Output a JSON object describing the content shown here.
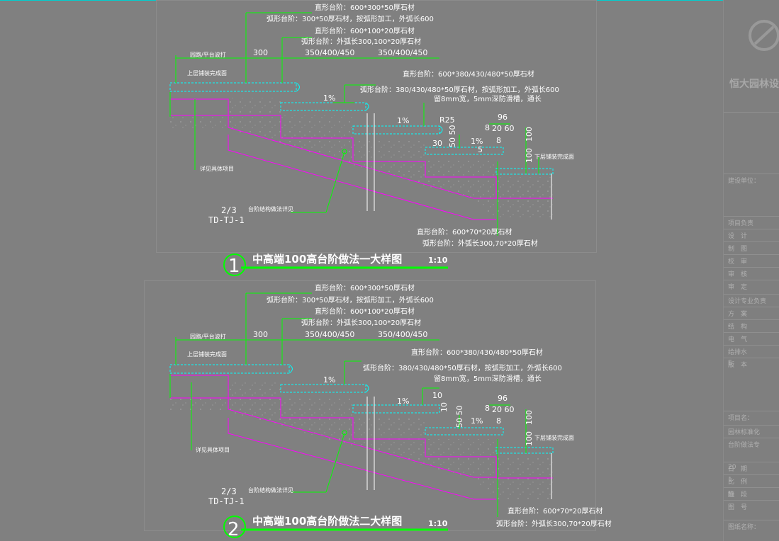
{
  "drawing_1": {
    "notes": {
      "rect_600x300x50": "直形台阶：600*300*50厚石材",
      "arc_300x50": "弧形台阶：300*50厚石材，按弧形加工，外弧长600",
      "rect_600x100x20": "直形台阶：600*100*20厚石材",
      "arc_outer_300_100": "弧形台阶：外弧长300,100*20厚石材",
      "road_platform": "园路/平台波打",
      "upper_paving": "上层铺装完成面",
      "rect_600x380": "直形台阶：600*380/430/480*50厚石材",
      "arc_380": "弧形台阶：380/430/480*50厚石材，按弧形加工，外弧长600",
      "groove": "留8mm宽，5mm深防滑槽，通长",
      "lower_paving": "下层铺装完成面",
      "see_project": "详见具体项目",
      "structure_see": "台阶结构做法详见",
      "rect_600x70": "直形台阶：600*70*20厚石材",
      "arc_outer_300_70": "弧形台阶：外弧长300,70*20厚石材"
    },
    "dims": {
      "d300": "300",
      "d350a": "350/400/450",
      "d350b": "350/400/450",
      "slope1": "1%",
      "slope2": "1%",
      "slope3": "1%",
      "r25": "R25",
      "d96": "96",
      "d8a": "8",
      "d2060": "20 60",
      "d100a": "100",
      "d5050": "50 50",
      "d8b": "8",
      "d30": "30",
      "d5": "5",
      "d100b": "100"
    },
    "ref_num": "2/3",
    "ref_code": "TD-TJ-1",
    "title_num": "1",
    "title": "中高端100高台阶做法一大样图",
    "scale": "1:10"
  },
  "drawing_2": {
    "notes": {
      "rect_600x300x50": "直形台阶：600*300*50厚石材",
      "arc_300x50": "弧形台阶：300*50厚石材，按弧形加工，外弧长600",
      "rect_600x100x20": "直形台阶：600*100*20厚石材",
      "arc_outer_300_100": "弧形台阶：外弧长300,100*20厚石材",
      "road_platform": "园路/平台波打",
      "upper_paving": "上层铺装完成面",
      "rect_600x380": "直形台阶：600*380/430/480*50厚石材",
      "arc_380": "弧形台阶：380/430/480*50厚石材，按弧形加工，外弧长600",
      "groove": "留8mm宽，5mm深防滑槽，通长",
      "lower_paving": "下层铺装完成面",
      "see_project": "详见具体项目",
      "structure_see": "台阶结构做法详见",
      "rect_600x70": "直形台阶：600*70*20厚石材",
      "arc_outer_300_70": "弧形台阶：外弧长300,70*20厚石材"
    },
    "dims": {
      "d300": "300",
      "d350a": "350/400/450",
      "d350b": "350/400/450",
      "slope1": "1%",
      "slope2": "1%",
      "slope3": "1%",
      "d10a": "10",
      "d10b": "10",
      "d96": "96",
      "d8a": "8",
      "d2060": "20 60",
      "d100a": "100",
      "d5050": "50 50",
      "d8b": "8",
      "d100b": "100"
    },
    "ref_num": "2/3",
    "ref_code": "TD-TJ-1",
    "title_num": "2",
    "title": "中高端100高台阶做法二大样图",
    "scale": "1:10"
  },
  "title_block": {
    "company": "恒大园林设",
    "rows": [
      {
        "label": "建设单位：",
        "value": ""
      },
      {
        "label": "项目负责",
        "value": ""
      },
      {
        "label": "设　计",
        "value": ""
      },
      {
        "label": "制　图",
        "value": ""
      },
      {
        "label": "校　审",
        "value": ""
      },
      {
        "label": "审　核",
        "value": ""
      },
      {
        "label": "审　定",
        "value": ""
      },
      {
        "label": "设计专业负责",
        "value": ""
      },
      {
        "label": "方　案",
        "value": ""
      },
      {
        "label": "结　构",
        "value": ""
      },
      {
        "label": "电　气",
        "value": ""
      },
      {
        "label": "给排水",
        "value": ""
      },
      {
        "label": "版　本",
        "value": "E"
      },
      {
        "label": "项目名：",
        "value": ""
      },
      {
        "label": "园林标准化",
        "value": ""
      },
      {
        "label": "台阶做法专",
        "value": ""
      },
      {
        "label": "日　期",
        "value": "20"
      },
      {
        "label": "比　例",
        "value": "1"
      },
      {
        "label": "阶　段",
        "value": "施"
      },
      {
        "label": "图　号",
        "value": ""
      },
      {
        "label": "图纸名称：",
        "value": ""
      }
    ]
  },
  "colors": {
    "cyan": "#00ffff",
    "green": "#00ff00",
    "magenta": "#ff00ff",
    "white": "#ffffff",
    "background": "#808080"
  }
}
